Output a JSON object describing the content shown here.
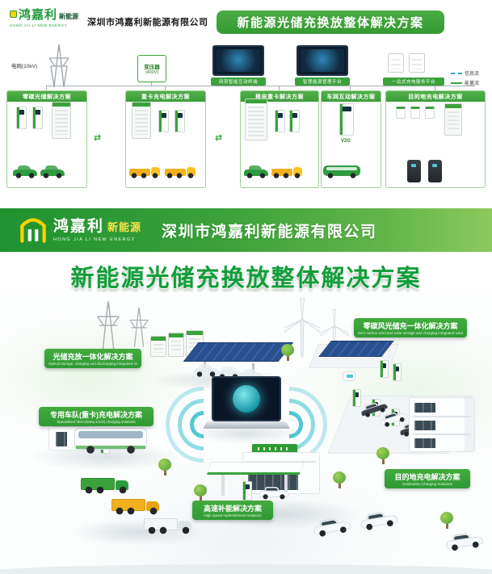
{
  "colors": {
    "brand_green": "#3aa23a",
    "accent_teal": "#49c8d4",
    "logo_yellow": "#ffd200",
    "title_green": "#129e3a",
    "panel_blue": "#2a4f8e"
  },
  "top": {
    "logo": {
      "name": "鸿嘉利",
      "sub": "新能源",
      "en": "HONG JIA LI NEW ENERGY"
    },
    "company": "深圳市鸿嘉利新能源有限公司",
    "banner_title": "新能源光储充换放整体解决方案",
    "grid": {
      "grid_label": "电网(10kV)",
      "transformer_label": "变压器",
      "transformer_voltage": "(400V)",
      "devices": [
        {
          "label": "网荷智能互动终端"
        },
        {
          "label": "智慧能源管理平台"
        },
        {
          "label": "一站式充电服务平台"
        }
      ],
      "flow_legend": [
        {
          "label": "信息流"
        },
        {
          "label": "能量流"
        }
      ]
    },
    "solutions": [
      {
        "title": "零碳光储解决方案"
      },
      {
        "title": "重卡充电解决方案"
      },
      {
        "title": "换电重卡解决方案"
      },
      {
        "title": "车网互动解决方案",
        "device_text": "V2G"
      },
      {
        "title": "目的地充电解决方案"
      }
    ]
  },
  "bottom": {
    "brand": {
      "zh": "鸿嘉利",
      "sub": "新能源",
      "en": "HONG JIA LI NEW ENERGY"
    },
    "company": "深圳市鸿嘉利新能源有限公司",
    "main_title": "新能源光储充换放整体解决方案",
    "labels": [
      {
        "zh": "光储充放一体化解决方案",
        "en": "Optical storage, charging and discharging integrated solutions"
      },
      {
        "zh": "零碳风光储充一体化解决方案",
        "en": "Zero carbon wind and solar storage and charging integrated solution"
      },
      {
        "zh": "专用车队(重卡)充电解决方案",
        "en": "Specialized fleet (heavy truck) charging solutions"
      },
      {
        "zh": "高速补能解决方案",
        "en": "High speed replenishment solutions"
      },
      {
        "zh": "目的地充电解决方案",
        "en": "Destination Charging Solutions"
      }
    ]
  }
}
